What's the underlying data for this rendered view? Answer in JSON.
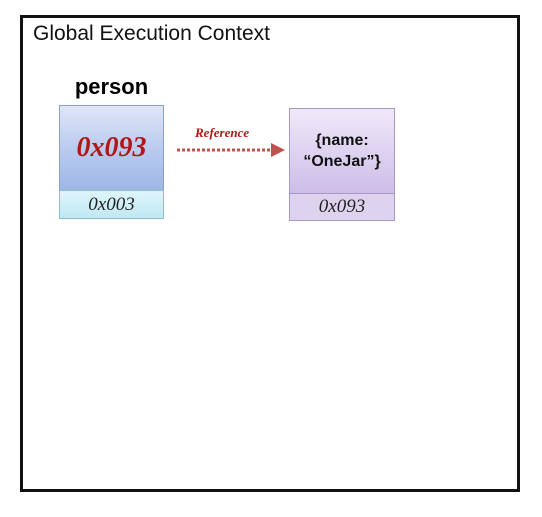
{
  "context": {
    "title": "Global Execution Context"
  },
  "variable": {
    "name": "person",
    "value": "0x093",
    "address": "0x003"
  },
  "reference": {
    "label": "Reference"
  },
  "object": {
    "line1": "{name:",
    "line2": "“OneJar”}",
    "address": "0x093"
  },
  "colors": {
    "value_text": "#b01818",
    "variable_cell": "#b7c9ee",
    "variable_address_cell": "#bfe8f3",
    "object_cell": "#ddd1f0",
    "frame_border": "#111111"
  }
}
